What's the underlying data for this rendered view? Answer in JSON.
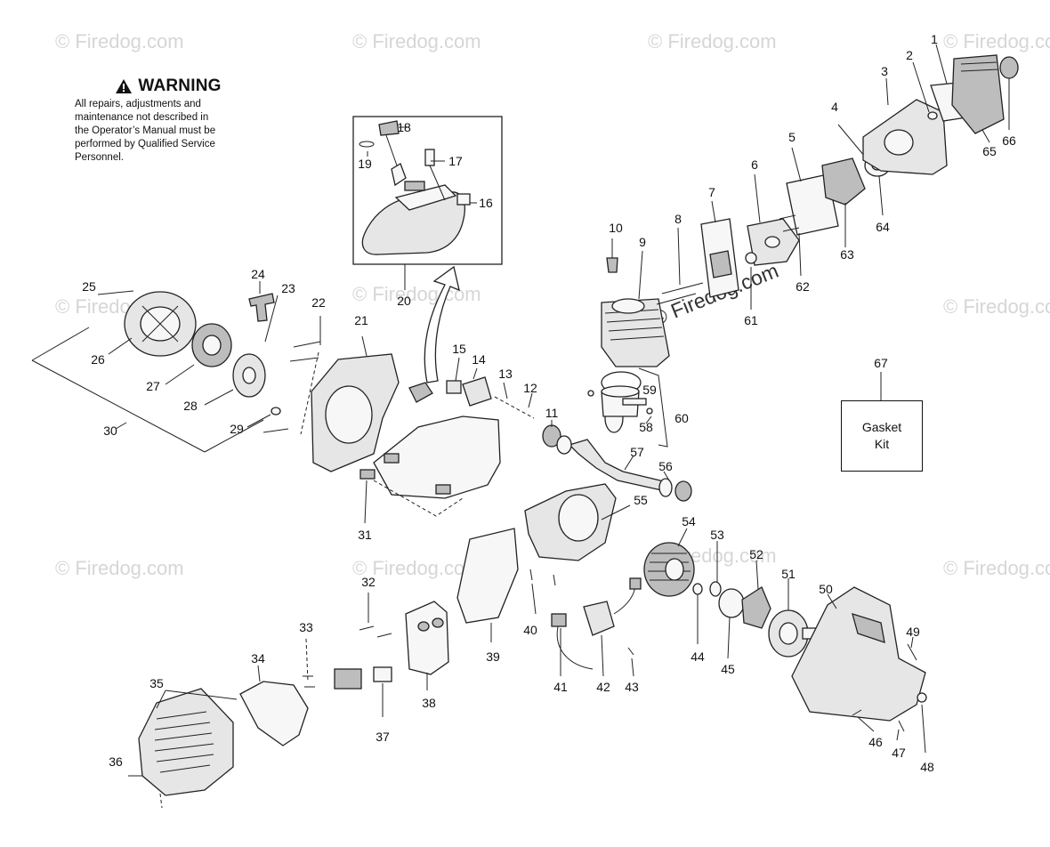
{
  "warning": {
    "title": "WARNING",
    "lines": [
      "All repairs, adjustments and",
      "maintenance not described in",
      "the Operator’s Manual must be",
      "performed by Qualified Service",
      "Personnel."
    ]
  },
  "watermark": "© Firedog.com",
  "kit_box": {
    "label_line1": "Gasket",
    "label_line2": "Kit"
  },
  "callouts": {
    "c1": "1",
    "c2": "2",
    "c3": "3",
    "c4": "4",
    "c5": "5",
    "c6": "6",
    "c7": "7",
    "c8": "8",
    "c9": "9",
    "c10": "10",
    "c11": "11",
    "c12": "12",
    "c13": "13",
    "c14": "14",
    "c15": "15",
    "c16": "16",
    "c17": "17",
    "c18": "18",
    "c19": "19",
    "c20": "20",
    "c21": "21",
    "c22": "22",
    "c23": "23",
    "c24": "24",
    "c25": "25",
    "c26": "26",
    "c27": "27",
    "c28": "28",
    "c29": "29",
    "c30": "30",
    "c31": "31",
    "c32": "32",
    "c33": "33",
    "c34": "34",
    "c35": "35",
    "c36": "36",
    "c37": "37",
    "c38": "38",
    "c39": "39",
    "c40": "40",
    "c41": "41",
    "c42": "42",
    "c43": "43",
    "c44": "44",
    "c45": "45",
    "c46": "46",
    "c47": "47",
    "c48": "48",
    "c49": "49",
    "c50": "50",
    "c51": "51",
    "c52": "52",
    "c53": "53",
    "c54": "54",
    "c55": "55",
    "c56": "56",
    "c57": "57",
    "c58": "58",
    "c59": "59",
    "c60": "60",
    "c61": "61",
    "c62": "62",
    "c63": "63",
    "c64": "64",
    "c65": "65",
    "c66": "66",
    "c67": "67"
  }
}
